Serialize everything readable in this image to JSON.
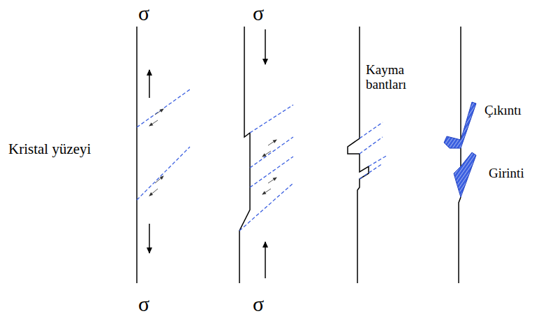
{
  "diagram": {
    "labels": [
      "σ",
      "σ",
      "σ",
      "σ",
      "Kristal yüzeyi",
      "Kayma bantları",
      "Çıkıntı",
      "Girinti"
    ]
  }
}
